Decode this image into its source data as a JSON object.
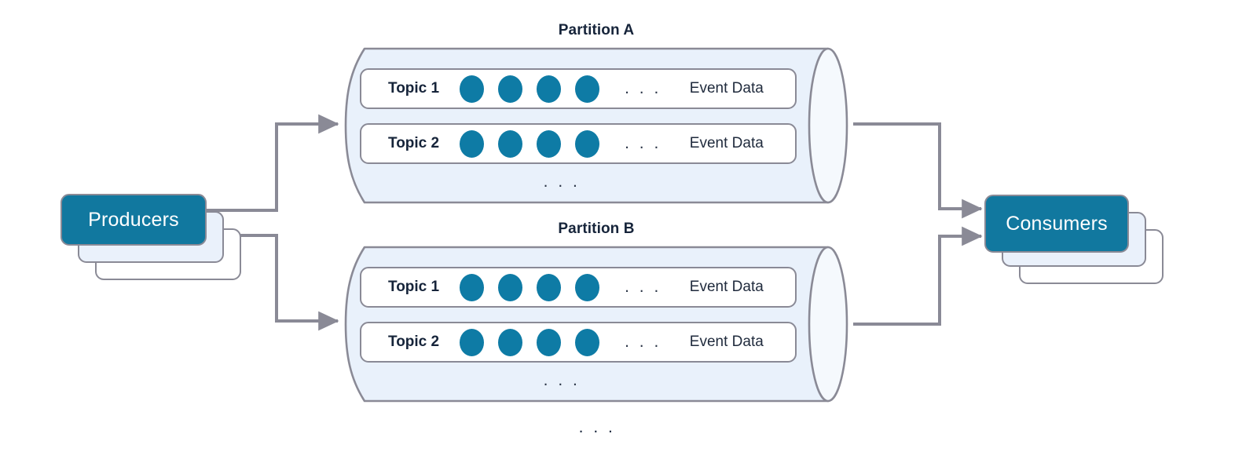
{
  "diagram": {
    "title_visible": false,
    "colors": {
      "accent_teal": "#0e7ba5",
      "node_fill": "#11789f",
      "cylinder_body": "#e9f1fb",
      "cylinder_cap": "#f5f9fd",
      "stroke_gray": "#8a8a96",
      "text_dark": "#16243a",
      "text_on_accent": "#ffffff",
      "row_fill": "#ffffff"
    },
    "ellipsis_glyph": ". . ."
  },
  "producers": {
    "label": "Producers",
    "stack_count": 3
  },
  "consumers": {
    "label": "Consumers",
    "stack_count": 3
  },
  "partitions": [
    {
      "title": "Partition A",
      "rows": [
        {
          "topic_label": "Topic 1",
          "event_count": 4,
          "ellipsis": ". . .",
          "data_label": "Event Data"
        },
        {
          "topic_label": "Topic 2",
          "event_count": 4,
          "ellipsis": ". . .",
          "data_label": "Event Data"
        }
      ],
      "more_rows_ellipsis": ". . ."
    },
    {
      "title": "Partition B",
      "rows": [
        {
          "topic_label": "Topic 1",
          "event_count": 4,
          "ellipsis": ". . .",
          "data_label": "Event Data"
        },
        {
          "topic_label": "Topic 2",
          "event_count": 4,
          "ellipsis": ". . .",
          "data_label": "Event Data"
        }
      ],
      "more_rows_ellipsis": ". . ."
    }
  ],
  "more_partitions_ellipsis": ". . ."
}
